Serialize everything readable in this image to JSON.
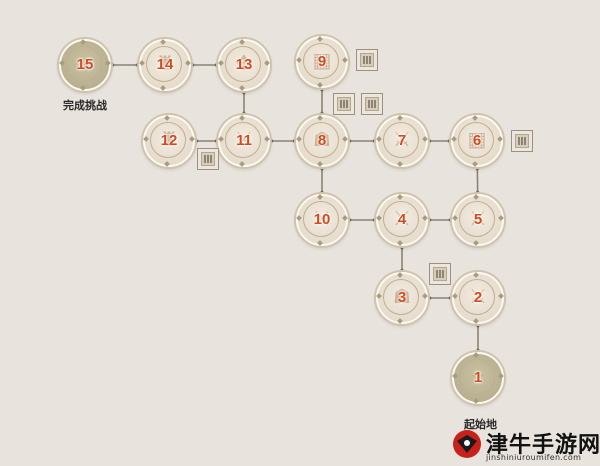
{
  "nodes": [
    {
      "id": "15",
      "label": "15",
      "special": true,
      "glyph": "✦"
    },
    {
      "id": "14",
      "label": "14",
      "special": false,
      "glyph": "♜"
    },
    {
      "id": "13",
      "label": "13",
      "special": false,
      "glyph": "✥"
    },
    {
      "id": "9",
      "label": "9",
      "special": false,
      "glyph": "▦"
    },
    {
      "id": "12",
      "label": "12",
      "special": false,
      "glyph": "♜"
    },
    {
      "id": "11",
      "label": "11",
      "special": false,
      "glyph": "⚔"
    },
    {
      "id": "8",
      "label": "8",
      "special": false,
      "glyph": "☗"
    },
    {
      "id": "7",
      "label": "7",
      "special": false,
      "glyph": "⚔"
    },
    {
      "id": "6",
      "label": "6",
      "special": false,
      "glyph": "▦"
    },
    {
      "id": "10",
      "label": "10",
      "special": false,
      "glyph": "⚔"
    },
    {
      "id": "4",
      "label": "4",
      "special": false,
      "glyph": "⚔"
    },
    {
      "id": "5",
      "label": "5",
      "special": false,
      "glyph": "⚔"
    },
    {
      "id": "3",
      "label": "3",
      "special": false,
      "glyph": "☗"
    },
    {
      "id": "2",
      "label": "2",
      "special": false,
      "glyph": "⚔"
    },
    {
      "id": "1",
      "label": "1",
      "special": true,
      "glyph": "✦"
    }
  ],
  "edges": [
    [
      "15",
      "14"
    ],
    [
      "14",
      "13"
    ],
    [
      "13",
      "11"
    ],
    [
      "12",
      "11"
    ],
    [
      "11",
      "8"
    ],
    [
      "9",
      "8"
    ],
    [
      "8",
      "7"
    ],
    [
      "7",
      "6"
    ],
    [
      "6",
      "5"
    ],
    [
      "8",
      "10"
    ],
    [
      "10",
      "4"
    ],
    [
      "4",
      "5"
    ],
    [
      "4",
      "3"
    ],
    [
      "3",
      "2"
    ],
    [
      "2",
      "1"
    ]
  ],
  "reward_boxes": [
    "box-9",
    "box-12",
    "box-8a",
    "box-8b",
    "box-6",
    "box-3"
  ],
  "labels": {
    "finish": "完成挑战",
    "start": "起始地"
  },
  "watermark": {
    "title": "津牛手游网",
    "url": "jinshiniuroumifen.com"
  },
  "colors": {
    "number": "#d44a1c",
    "background": "#e8e4dd",
    "special_node": "#b8b08f"
  }
}
